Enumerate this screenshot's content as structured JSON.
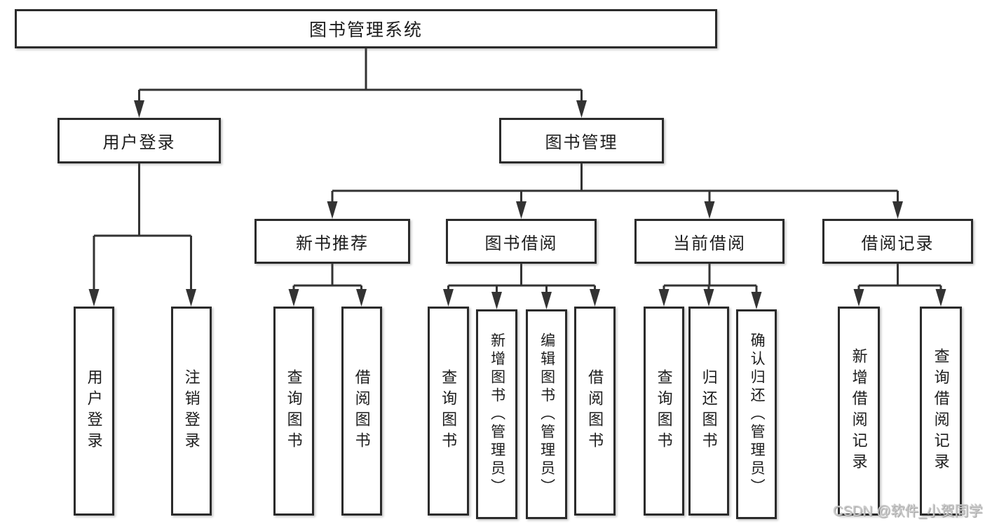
{
  "diagram": {
    "background": "#ffffff",
    "line_color": "#333333",
    "box_border_color": "#2b2b2b",
    "text_color": "#1c1c1c"
  },
  "tree": {
    "root": "图书管理系统",
    "branches": [
      {
        "label": "用户登录",
        "leaves": [
          "用户登录",
          "注销登录"
        ]
      },
      {
        "label": "图书管理",
        "groups": [
          {
            "label": "新书推荐",
            "leaves": [
              "查询图书",
              "借阅图书"
            ]
          },
          {
            "label": "图书借阅",
            "leaves": [
              "查询图书",
              "新增图书（管理员）",
              "编辑图书（管理员）",
              "借阅图书"
            ]
          },
          {
            "label": "当前借阅",
            "leaves": [
              "查询图书",
              "归还图书",
              "确认归还（管理员）"
            ]
          },
          {
            "label": "借阅记录",
            "leaves": [
              "新增借阅记录",
              "查询借阅记录"
            ]
          }
        ]
      }
    ]
  },
  "watermark": {
    "text": "CSDN @软件_小贺同学"
  }
}
